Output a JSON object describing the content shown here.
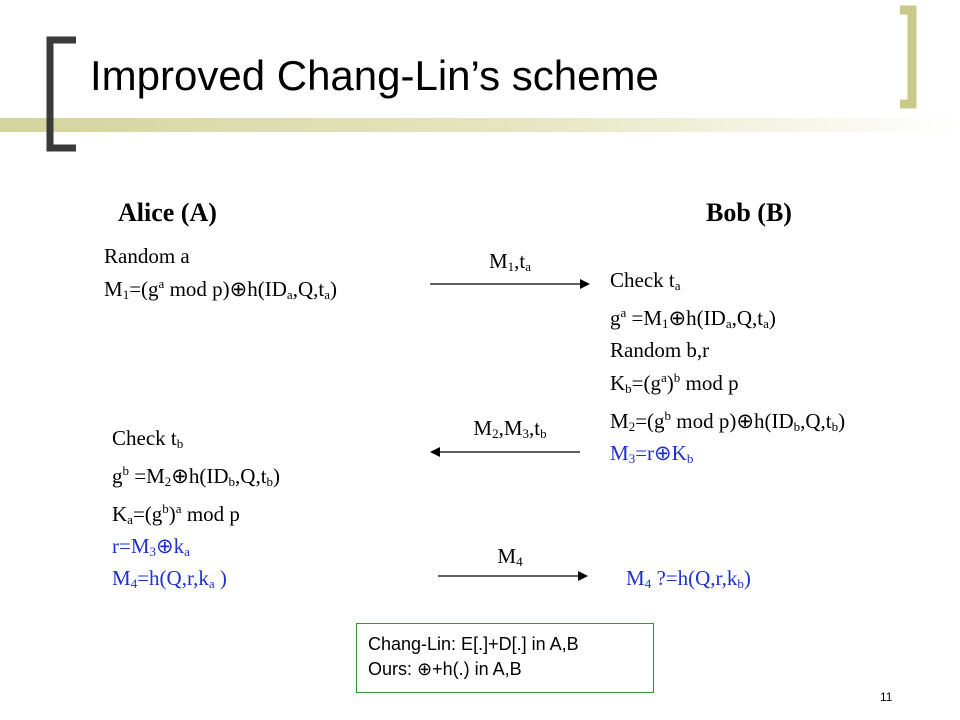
{
  "title": "Improved Chang-Lin’s scheme",
  "alice_header": "Alice (A)",
  "bob_header": "Bob (B)",
  "oplus": "⊕",
  "msg1": {
    "m": "M",
    "m_sub": "1",
    "t": ",t",
    "t_sub": "a"
  },
  "msg2": {
    "m": "M",
    "m_sub": "2",
    "m3": ",M",
    "m3_sub": "3",
    "t": ",t",
    "t_sub": "b"
  },
  "msg3": {
    "m": "M",
    "m_sub": "4"
  },
  "alice_step1": {
    "random": "Random a",
    "m1_prefix": "M",
    "m1_sub": "1",
    "m1_eq": "=(g",
    "m1_sup": "a",
    "m1_mid": " mod p)",
    "m1_h": "h(ID",
    "m1_h_sub": "a",
    "m1_h_mid": ",Q,t",
    "m1_h_sub2": "a",
    "m1_end": ")"
  },
  "bob_step1": {
    "check": "Check t",
    "check_sub": "a",
    "l2_g": "g",
    "l2_sup": "a",
    "l2_eq": " =M",
    "l2_sub": "1",
    "l2_h": "h(ID",
    "l2_h_sub": "a",
    "l2_mid": ",Q,t",
    "l2_sub2": "a",
    "l2_end": ")",
    "random": "Random b,r",
    "kb": "K",
    "kb_sub": "b",
    "kb_eq": "=(g",
    "kb_sup": "a",
    "kb_p": ")",
    "kb_sup2": "b",
    "kb_end": " mod p",
    "m2": "M",
    "m2_sub": "2",
    "m2_eq": "=(g",
    "m2_sup": "b",
    "m2_mid": " mod p)",
    "m2_h": "h(ID",
    "m2_h_sub": "b",
    "m2_h_mid": ",Q,t",
    "m2_h_sub2": "b",
    "m2_end": ")",
    "m3": "M",
    "m3_sub": "3",
    "m3_eq": "=r",
    "m3_k": "K",
    "m3_k_sub": "b"
  },
  "alice_step2": {
    "check": "Check t",
    "check_sub": "b",
    "l2_g": "g",
    "l2_sup": "b",
    "l2_eq": " =M",
    "l2_sub": "2",
    "l2_h": "h(ID",
    "l2_h_sub": "b",
    "l2_mid": ",Q,t",
    "l2_sub2": "b",
    "l2_end": ")",
    "ka": "K",
    "ka_sub": "a",
    "ka_eq": "=(g",
    "ka_sup": "b",
    "ka_p": ")",
    "ka_sup2": "a",
    "ka_end": " mod p",
    "r": "r=M",
    "r_sub": "3",
    "r_k": "k",
    "r_k_sub": "a",
    "m4": "M",
    "m4_sub": "4",
    "m4_eq": "=h(Q,r,k",
    "m4_sub2": "a",
    "m4_end": " )"
  },
  "bob_step2": {
    "m4": "M",
    "m4_sub": "4",
    "m4_eq": " ?=h(Q,r,k",
    "m4_sub2": "b",
    "m4_end": ")"
  },
  "note": {
    "line1": "Chang-Lin: E[.]+D[.] in A,B",
    "line2_a": "Ours: ",
    "line2_b": "+h(.) in A,B"
  },
  "page_number": "11",
  "colors": {
    "accent": "#c9c98a",
    "bracket": "#3a3a3a",
    "blue": "#1f2fd0",
    "note_border": "#2e9b2e"
  }
}
